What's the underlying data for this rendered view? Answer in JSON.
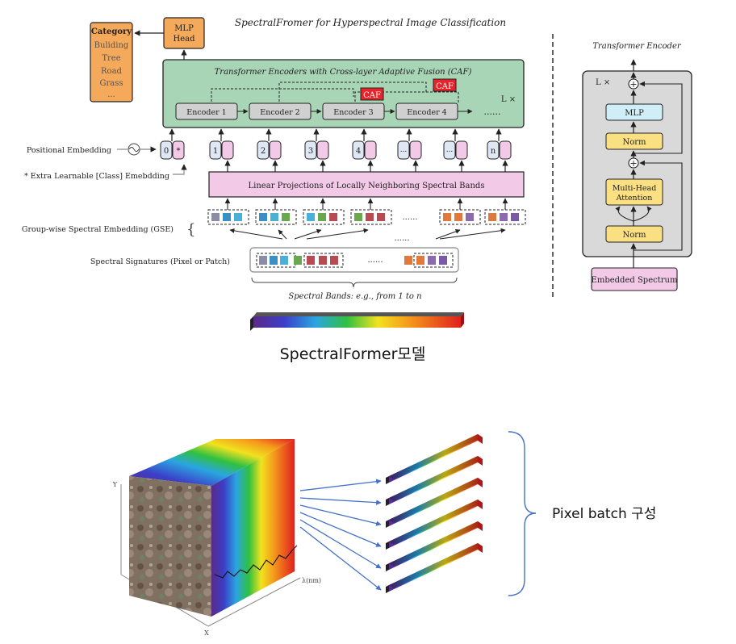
{
  "diagram": {
    "title": "SpectralFromer for Hyperspectral Image Classification",
    "caption": "SpectralFormer모델",
    "mlp_head": [
      "MLP",
      "Head"
    ],
    "category": {
      "title": "Category",
      "items": [
        "Buliding",
        "Tree",
        "Road",
        "Grass",
        "..."
      ]
    },
    "encoders_box": {
      "title": "Transformer Encoders with Cross-layer Adaptive Fusion (CAF)",
      "encoders": [
        "Encoder 1",
        "Encoder 2",
        "Encoder 3",
        "Encoder 4"
      ],
      "caf_label": "CAF",
      "repeat": "L ×",
      "more": "......"
    },
    "positional_embedding": "Positional Embedding",
    "class_embedding": "* Extra Learnable [Class] Emebdding",
    "tokens": [
      "0",
      "*",
      "1",
      "2",
      "3",
      "4",
      "...",
      "...",
      "n"
    ],
    "linear_projection": "Linear Projections of Locally Neighboring Spectral Bands",
    "gse_label": "Group-wise Spectral Embedding (GSE)",
    "signatures_label": "Spectral Signatures (Pixel or Patch)",
    "ellipsis": "......",
    "bands_label": "Spectral Bands: e.g., from 1 to n",
    "right_panel": {
      "title": "Transformer Encoder",
      "repeat": "L ×",
      "mlp": "MLP",
      "norm": "Norm",
      "attention": [
        "Multi-Head",
        "Attention"
      ],
      "embedded": "Embedded Spectrum",
      "plus": "+"
    },
    "pixel_batch_label": "Pixel batch 구성",
    "axis": {
      "y": "Y",
      "x": "X",
      "lambda": "λ(nm)"
    },
    "colors": {
      "green": "#a8d5b5",
      "pink": "#f3c9e8",
      "orange": "#f5a95a",
      "gray": "#d8d8d8",
      "caf_red": "#e8242b",
      "panel_gray": "#d9d9d9",
      "arrow_blue": "#4472c4"
    }
  }
}
